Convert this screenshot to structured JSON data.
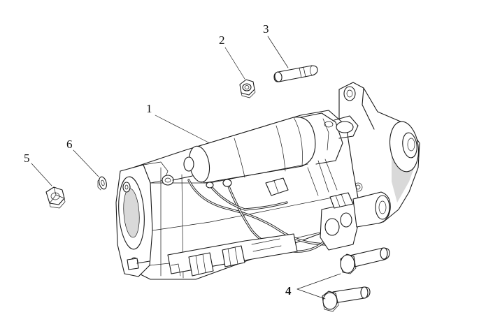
{
  "callouts": [
    {
      "id": "1",
      "label": "1",
      "bold": false
    },
    {
      "id": "2",
      "label": "2",
      "bold": false
    },
    {
      "id": "3",
      "label": "3",
      "bold": false
    },
    {
      "id": "4",
      "label": "4",
      "bold": true
    },
    {
      "id": "5",
      "label": "5",
      "bold": false
    },
    {
      "id": "6",
      "label": "6",
      "bold": false
    }
  ],
  "parts": {
    "1": "starter-motor-assembly",
    "2": "nut",
    "3": "stud",
    "4": "flange-bolt",
    "5": "hex-nut",
    "6": "washer"
  }
}
